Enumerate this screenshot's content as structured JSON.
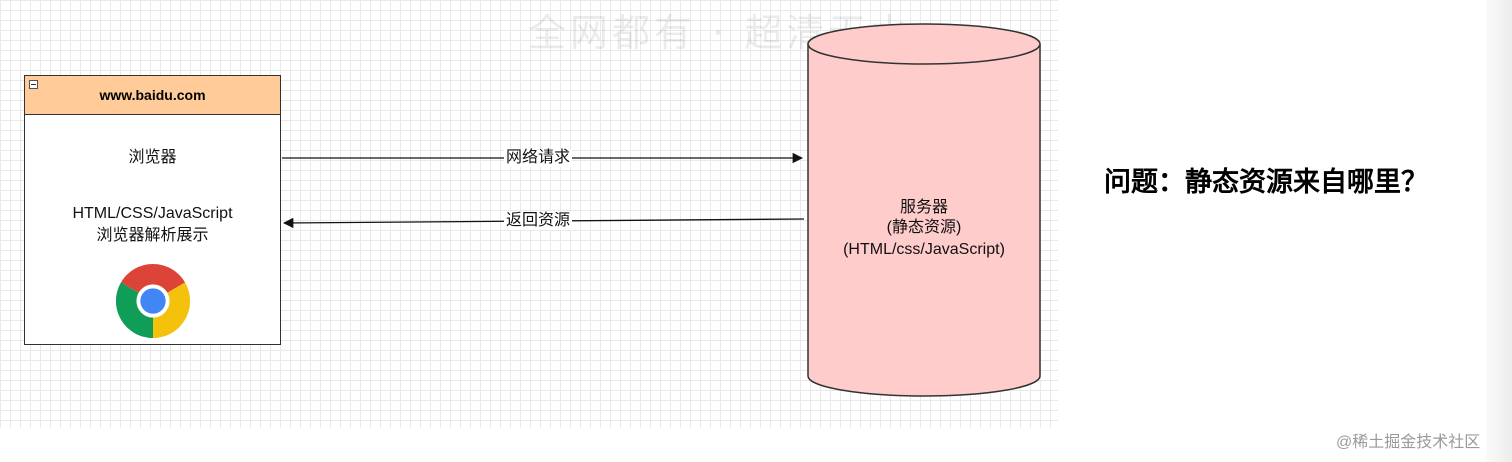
{
  "watermark": {
    "top_text": "全网都有 · 超清无水",
    "bottom_text": "@稀土掘金技术社区"
  },
  "browser": {
    "header_title": "www.baidu.com",
    "label": "浏览器",
    "tech_line1": "HTML/CSS/JavaScript",
    "tech_line2": "浏览器解析展示",
    "logo_icon": "chrome-logo-icon",
    "header_color": "#ffcc99"
  },
  "server": {
    "line1": "服务器",
    "line2": "(静态资源)",
    "line3": "(HTML/css/JavaScript)",
    "fill_color": "#ffcccc"
  },
  "edges": {
    "request_label": "网络请求",
    "response_label": "返回资源"
  },
  "question": {
    "text": "问题：静态资源来自哪里？"
  }
}
